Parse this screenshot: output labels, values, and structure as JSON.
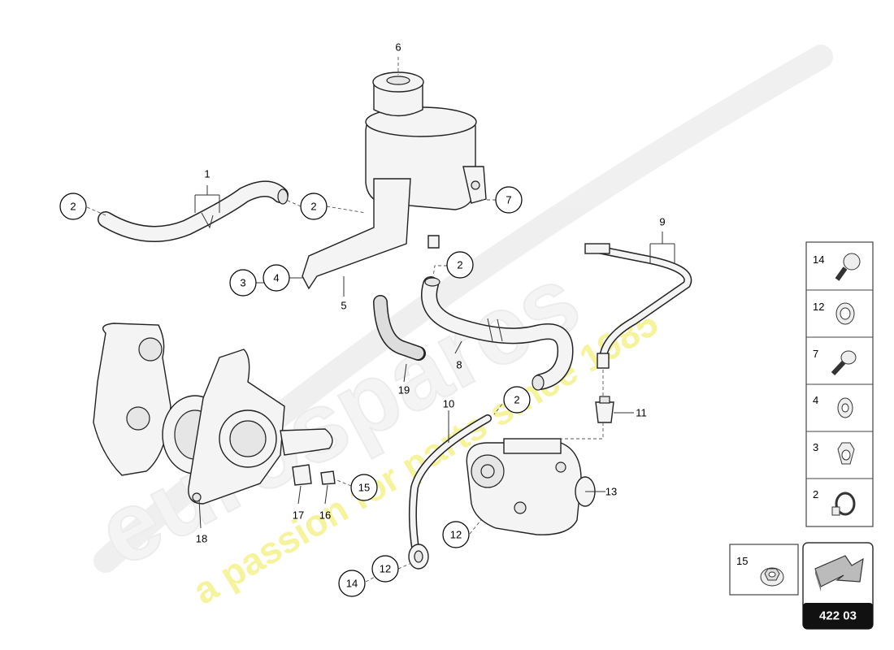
{
  "watermark": {
    "brand": "eurospares",
    "tagline": "a passion for parts since 1985"
  },
  "callouts": {
    "c1": "1",
    "c2a": "2",
    "c2b": "2",
    "c2c": "2",
    "c2d": "2",
    "c3": "3",
    "c4": "4",
    "c5": "5",
    "c6": "6",
    "c7": "7",
    "c8": "8",
    "c9": "9",
    "c10": "10",
    "c11": "11",
    "c12a": "12",
    "c12b": "12",
    "c13": "13",
    "c14": "14",
    "c15": "15",
    "c16": "16",
    "c17": "17",
    "c18": "18",
    "c19": "19"
  },
  "legend": {
    "items": [
      {
        "num": "14",
        "icon": "banjo-bolt-icon"
      },
      {
        "num": "12",
        "icon": "sealing-ring-icon"
      },
      {
        "num": "7",
        "icon": "hex-bolt-icon"
      },
      {
        "num": "4",
        "icon": "washer-icon"
      },
      {
        "num": "3",
        "icon": "hex-nut-icon"
      },
      {
        "num": "2",
        "icon": "hose-clamp-icon"
      }
    ],
    "extra": {
      "num": "15",
      "icon": "flange-nut-icon"
    }
  },
  "page_ref": {
    "code": "422 03",
    "icon": "arrow-icon"
  }
}
